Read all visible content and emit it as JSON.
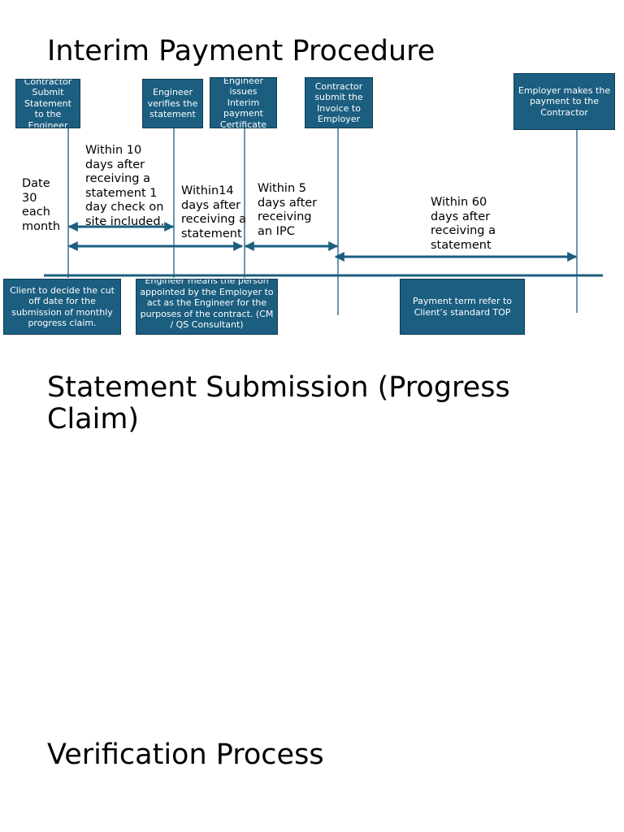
{
  "titles": {
    "main": "Interim Payment Procedure",
    "section2": "Statement Submission (Progress Claim)",
    "section3": "Verification Process"
  },
  "steps": [
    "Contractor Submit Statement to the Engineer",
    "Engineer verifies the statement",
    "Engineer issues Interim payment Certificate",
    "Contractor submit the Invoice to Employer",
    "Employer makes the payment to the Contractor"
  ],
  "durations": {
    "cutoff": "Date 30 each month",
    "engineer_check": "Within 10 days after receiving a statement 1 day check on site included.",
    "ipc_issue": "Within14 days after receiving a statement",
    "invoice": "Within 5 days after receiving an IPC",
    "payment": "Within 60 days after receiving a statement"
  },
  "notes": [
    "Client to decide the cut off date for the submission of monthly progress claim.",
    "Engineer means the person appointed by the Employer to act as the Engineer for the purposes of the contract. (CM / QS Consultant)",
    "Payment term refer to Client’s standard TOP"
  ],
  "colors": {
    "box_fill": "#1b5e80",
    "box_border": "#0f3c54",
    "line": "#1b5e80",
    "text": "#000000",
    "box_text": "#ffffff"
  }
}
